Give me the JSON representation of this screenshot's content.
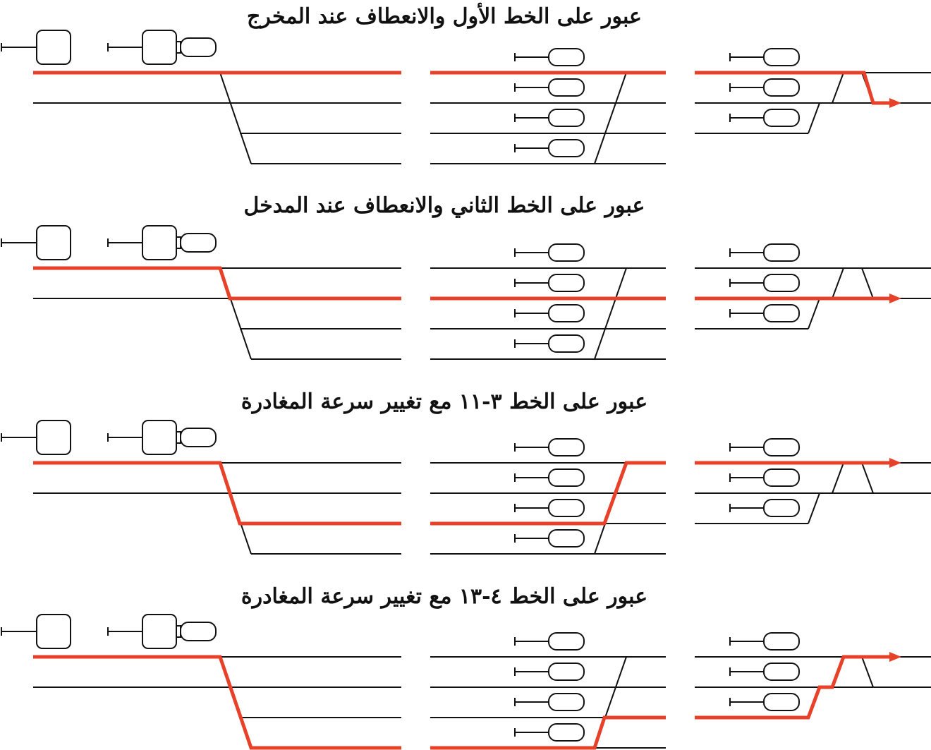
{
  "colors": {
    "track": "#111111",
    "route": "#e8412a",
    "signal_fill": "#ffffff"
  },
  "panels": [
    {
      "title": "عبور على الخط الأول والانعطاف عند المخرج"
    },
    {
      "title": "عبور على الخط الثاني والانعطاف عند المدخل"
    },
    {
      "title": "عبور على الخط ٣-١١ مع تغيير سرعة المغادرة"
    },
    {
      "title": "عبور على الخط ٤-١٣ مع تغيير سرعة المغادرة"
    }
  ]
}
